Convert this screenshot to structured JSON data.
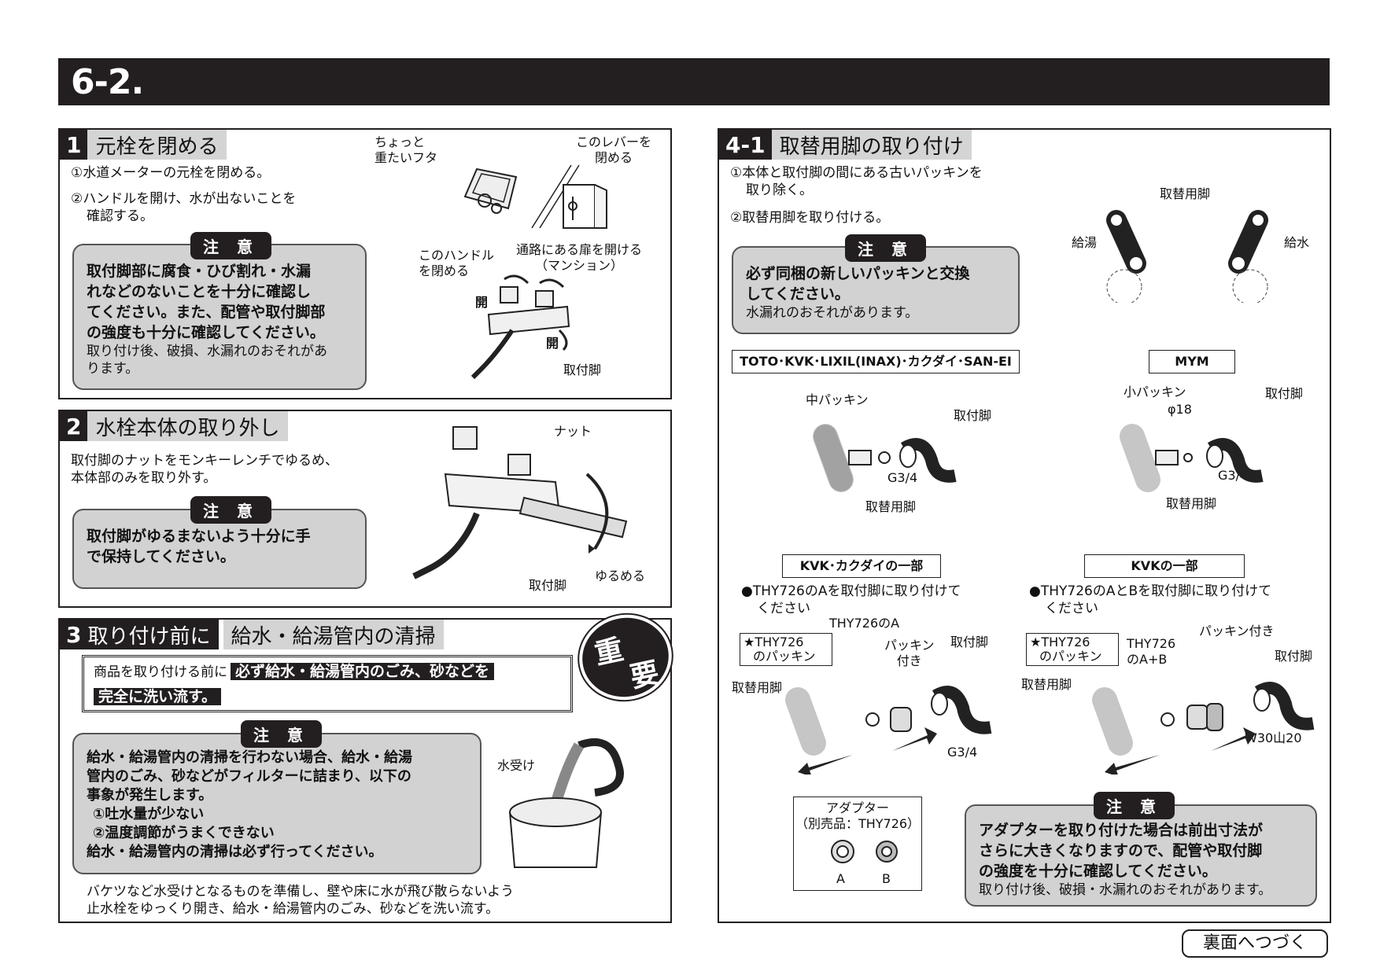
{
  "page_number": "6-2.",
  "s1": {
    "num": "1",
    "title": "元栓を閉める",
    "step1": "①水道メーターの元栓を閉める。",
    "step2": "②ハンドルを開け、水が出ないことを",
    "step2b": "確認する。",
    "caution_label": "注 意",
    "caution_b": [
      "取付脚部に腐食・ひび割れ・水漏",
      "れなどのないことを十分に確認し",
      "てください。また、配管や取付脚部",
      "の強度も十分に確認してください。"
    ],
    "caution_n": [
      "取り付け後、破損、水漏れのおそれがあ",
      "ります。"
    ],
    "lbl_lid": [
      "ちょっと",
      "重たいフタ"
    ],
    "lbl_lever": [
      "このレバーを",
      "閉める"
    ],
    "lbl_handle": [
      "このハンドル",
      "を閉める"
    ],
    "lbl_door": [
      "通路にある扉を開ける",
      "（マンション）"
    ],
    "lbl_open1": "開",
    "lbl_open2": "開",
    "lbl_leg": "取付脚"
  },
  "s2": {
    "num": "2",
    "title": "水栓本体の取り外し",
    "text": [
      "取付脚のナットをモンキーレンチでゆるめ、",
      "本体部のみを取り外す。"
    ],
    "caution_label": "注 意",
    "caution_b": [
      "取付脚がゆるまないよう十分に手",
      "で保持してください。"
    ],
    "lbl_nut": "ナット",
    "lbl_leg": "取付脚",
    "lbl_loosen": "ゆるめる"
  },
  "s3": {
    "num": "3",
    "title_a": "取り付け前に",
    "title_b": "給水・給湯管内の清掃",
    "box_pre": "商品を取り付ける前に",
    "box_hl1": "必ず給水・給湯管内のごみ、砂などを",
    "box_hl2": "完全に洗い流す。",
    "important": [
      "重",
      "要"
    ],
    "caution_label": "注 意",
    "caution_b": [
      "給水・給湯管内の清掃を行わない場合、給水・給湯",
      "管内のごみ、砂などがフィルターに詰まり、以下の",
      "事象が発生します。",
      "①吐水量が少ない",
      "②温度調節がうまくできない",
      "給水・給湯管内の清掃は必ず行ってください。"
    ],
    "lbl_bucket": "水受け",
    "footer": [
      "バケツなど水受けとなるものを準備し、壁や床に水が飛び散らないよう",
      "止水栓をゆっくり開き、給水・給湯管内のごみ、砂などを洗い流す。"
    ]
  },
  "s4": {
    "num": "4-1",
    "title": "取替用脚の取り付け",
    "step1": "①本体と取付脚の間にある古いパッキンを",
    "step1b": "取り除く。",
    "step2": "②取替用脚を取り付ける。",
    "caution_label": "注 意",
    "caution_b": [
      "必ず同梱の新しいパッキンと交換",
      "してください。"
    ],
    "caution_n": "水漏れのおそれがあります。",
    "lbl_replace": "取替用脚",
    "lbl_hot": "給湯",
    "lbl_cold": "給水",
    "brand1": "TOTO･KVK･LIXIL(INAX)･カクダイ･SAN-EI",
    "brand2": "MYM",
    "brand3": "KVK･カクダイの一部",
    "brand4": "KVKの一部",
    "b1": {
      "mid": "中パッキン",
      "leg": "取付脚",
      "g": "G3/4",
      "rep": "取替用脚"
    },
    "b2": {
      "small": "小パッキン",
      "phi": "φ18",
      "leg": "取付脚",
      "g": "G3/4",
      "rep": "取替用脚"
    },
    "b3": {
      "note": [
        "●THY726のAを取付脚に取り付けて",
        "ください"
      ],
      "pk": [
        "★THY726",
        "のパッキン"
      ],
      "a": "THY726のA",
      "pkn": [
        "パッキン",
        "付き"
      ],
      "leg": "取付脚",
      "rep": "取替用脚",
      "g": "G3/4"
    },
    "b4": {
      "note": [
        "●THY726のAとBを取付脚に取り付けて",
        "ください"
      ],
      "pk": [
        "★THY726",
        "のパッキン"
      ],
      "ab": [
        "THY726",
        "のA+B"
      ],
      "pkn": "パッキン付き",
      "leg": "取付脚",
      "rep": "取替用脚",
      "w": "W30山20"
    },
    "adapter": {
      "title": [
        "アダプター",
        "（別売品：THY726）"
      ],
      "a": "A",
      "b": "B"
    },
    "caution2_label": "注 意",
    "caution2_b": [
      "アダプターを取り付けた場合は前出寸法が",
      "さらに大きくなりますので、配管や取付脚",
      "の強度を十分に確認してください。"
    ],
    "caution2_n": "取り付け後、破損・水漏れのおそれがあります。"
  },
  "continue": "裏面へつづく"
}
